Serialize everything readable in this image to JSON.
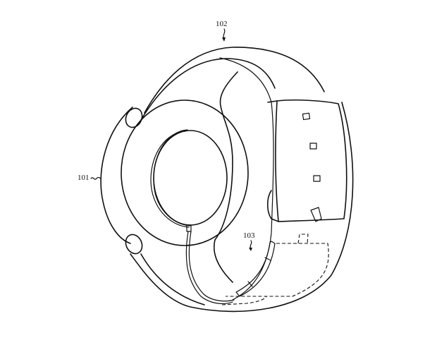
{
  "figure": {
    "description": "Patent line drawing of a wearable band device with a circular charging puck",
    "labels": {
      "device_housing": "101",
      "band": "102",
      "internal_component": "103"
    },
    "colors": {
      "background": "#ffffff",
      "line": "#111111"
    }
  }
}
